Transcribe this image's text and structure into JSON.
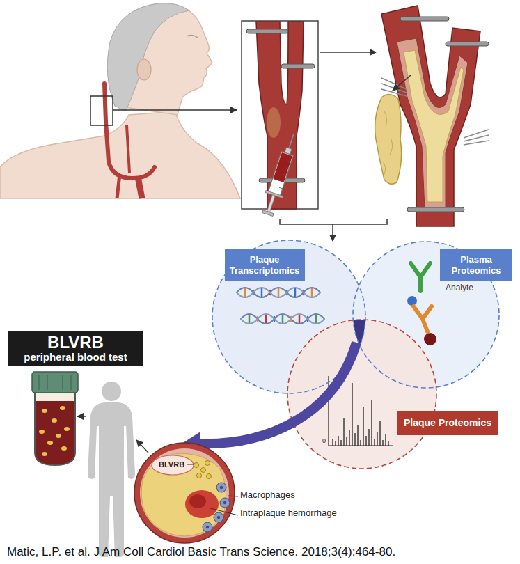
{
  "diagram": {
    "caption": "Matic, L.P. et al. J Am Coll Cardiol Basic Trans Science. 2018;3(4):464-80.",
    "nodes": [
      {
        "text": [
          "Plaque Transcriptomics"
        ]
      },
      {
        "text": [
          "Plasma Proteomics"
        ]
      },
      {
        "text": [
          "Plaque Proteomics"
        ]
      },
      {
        "text": [
          "BLVRB",
          "peripheral blood test"
        ]
      }
    ],
    "labels": [
      "Analyte",
      "0",
      "BLVRB",
      "Macrophages",
      "Intraplaque hemorrhage"
    ]
  }
}
